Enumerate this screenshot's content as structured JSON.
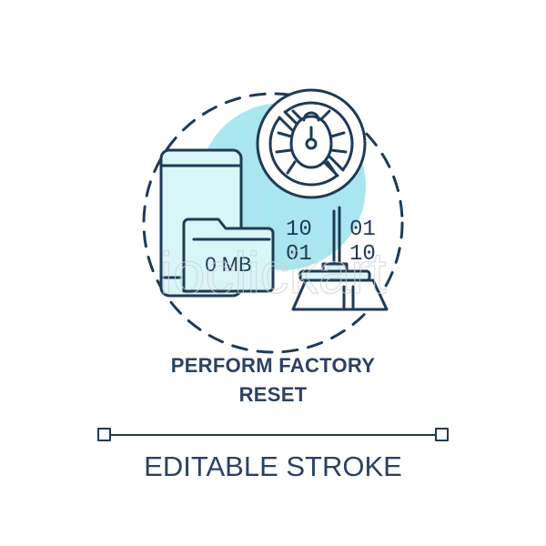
{
  "illustration": {
    "folder_label": "0 MB",
    "binary_rows": [
      [
        "10",
        "01"
      ],
      [
        "01",
        "10"
      ]
    ],
    "icons": [
      "smartphone-icon",
      "folder-icon",
      "no-bug-icon",
      "binary-code-icon",
      "broom-icon"
    ],
    "watermark": "ioclickart"
  },
  "title": {
    "line1": "PERFORM FACTORY",
    "line2": "RESET"
  },
  "footer": {
    "label": "EDITABLE STROKE"
  },
  "colors": {
    "stroke": "#1f3a56",
    "accent_fill": "#a9e6ef",
    "light_fill": "#d8f5f8",
    "text": "#2b4262"
  }
}
